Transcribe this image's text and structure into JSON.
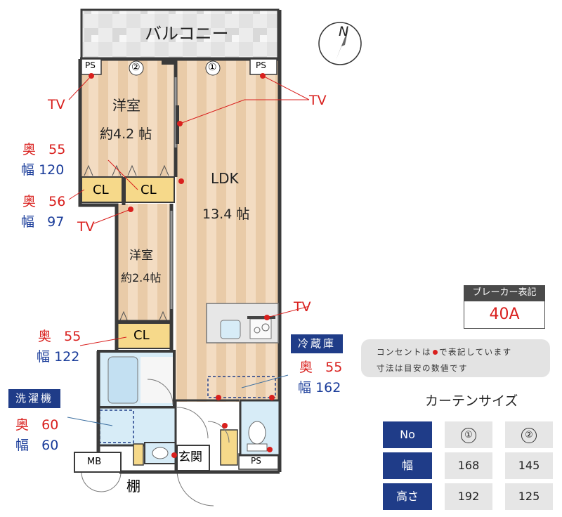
{
  "balcony": "バルコニー",
  "compass": "N",
  "rooms": {
    "western1_name": "洋室",
    "western1_size": "約4.2 帖",
    "ldk_name": "LDK",
    "ldk_size": "13.4 帖",
    "western2_name": "洋室",
    "western2_size": "約2.4帖",
    "entrance": "玄関",
    "mb": "MB",
    "shelf": "棚"
  },
  "closets": [
    "CL",
    "CL",
    "CL"
  ],
  "ps_labels": [
    "PS",
    "PS",
    "PS"
  ],
  "window_marks": [
    "②",
    "①"
  ],
  "tv_labels": [
    "TV",
    "TV",
    "TV",
    "TV"
  ],
  "dimensions": {
    "cl_upper": {
      "depth_label": "奥",
      "depth": "55",
      "width_label": "幅",
      "width": "120"
    },
    "cl_middle": {
      "depth_label": "奥",
      "depth": "56",
      "width_label": "幅",
      "width": "97"
    },
    "cl_lower": {
      "depth_label": "奥",
      "depth": "55",
      "width_label": "幅",
      "width": "122"
    },
    "fridge": {
      "title": "冷蔵庫",
      "depth_label": "奥",
      "depth": "55",
      "width_label": "幅",
      "width": "162"
    },
    "washer": {
      "title": "洗濯機",
      "depth_label": "奥",
      "depth": "60",
      "width_label": "幅",
      "width": "60"
    }
  },
  "breaker": {
    "title": "ブレーカー表記",
    "value": "40A"
  },
  "note": {
    "line1_pre": "コンセントは",
    "line1_post": "で表記しています",
    "line2": "寸法は目安の数値です"
  },
  "curtain": {
    "title": "カーテンサイズ",
    "header": [
      "No",
      "①",
      "②"
    ],
    "rows": [
      {
        "label": "幅",
        "values": [
          "168",
          "145"
        ]
      },
      {
        "label": "高さ",
        "values": [
          "192",
          "125"
        ]
      }
    ]
  },
  "colors": {
    "outlet": "#d9201e",
    "wall": "#3a3a3a",
    "floor_wood": "#f3dcc2",
    "floor_stripe": "#e8c9a6",
    "closet": "#f6d98a",
    "water": "#d7ecf7",
    "label_blue": "#1f3c88",
    "label_red": "#d9201e"
  }
}
